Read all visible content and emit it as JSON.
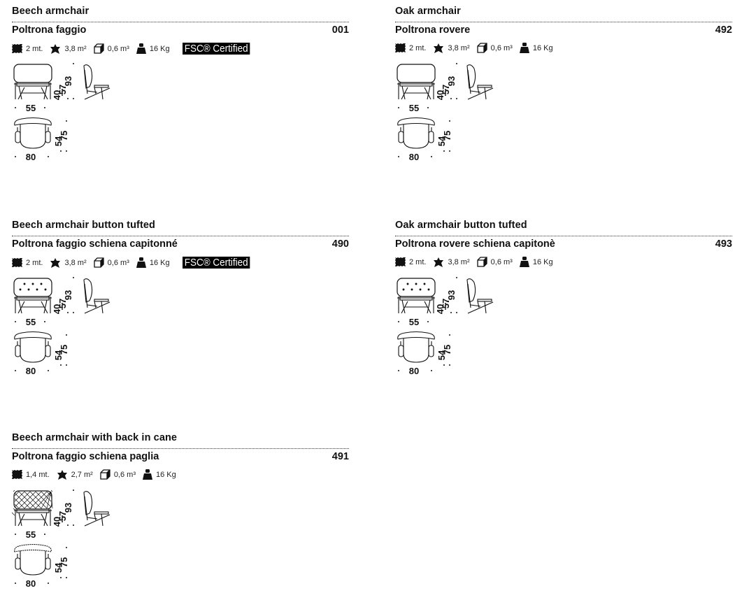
{
  "products": [
    {
      "title": "Beech armchair",
      "subtitle": "Poltrona faggio",
      "code": "001",
      "fabric": "2 mt.",
      "leather": "3,8 m²",
      "volume": "0,6 m³",
      "weight": "16 Kg",
      "certification": "FSC® Certified"
    },
    {
      "title": "Oak armchair",
      "subtitle": "Poltrona rovere",
      "code": "492",
      "fabric": "2 mt.",
      "leather": "3,8 m²",
      "volume": "0,6 m³",
      "weight": "16 Kg"
    },
    {
      "title": "Beech armchair button tufted",
      "subtitle": "Poltrona faggio schiena capitonné",
      "code": "490",
      "fabric": "2 mt.",
      "leather": "3,8 m²",
      "volume": "0,6 m³",
      "weight": "16 Kg",
      "certification": "FSC® Certified"
    },
    {
      "title": "Oak armchair button tufted",
      "subtitle": "Poltrona rovere schiena capitonè",
      "code": "493",
      "fabric": "2 mt.",
      "leather": "3,8 m²",
      "volume": "0,6 m³",
      "weight": "16 Kg"
    },
    {
      "title": "Beech armchair with back in cane",
      "subtitle": "Poltrona faggio schiena paglia",
      "code": "491",
      "fabric": "1,4 mt.",
      "leather": "2,7 m²",
      "volume": "0,6 m³",
      "weight": "16 Kg"
    }
  ],
  "dimensions": {
    "width": "55",
    "depth": "80",
    "seat_height": "40",
    "arm_height": "57",
    "height": "93",
    "seat_depth": "54",
    "total_depth": "75"
  }
}
